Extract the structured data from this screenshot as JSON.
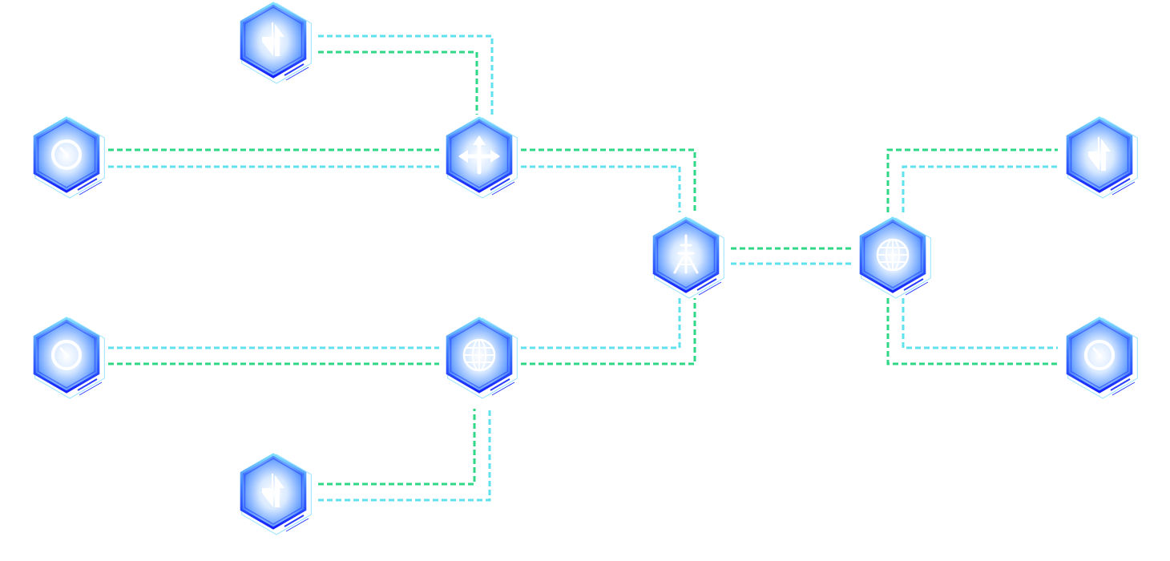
{
  "theme": {
    "green_link": "#2fd787",
    "cyan_link": "#5fe1ee",
    "hex_outline": "#1a3cff",
    "hex_glow_outer": "#2a6bff",
    "hex_glow_inner": "#ffffff",
    "hex_top_stroke": "#6bd6ff",
    "accent_line": "#2d3dff"
  },
  "nodes": [
    {
      "id": "tl-updown",
      "icon": "transfer-updown-icon"
    },
    {
      "id": "left-top-timer",
      "icon": "timer-icon"
    },
    {
      "id": "hub-move",
      "icon": "move-arrows-icon"
    },
    {
      "id": "center-tower",
      "icon": "radio-tower-icon"
    },
    {
      "id": "right-globe",
      "icon": "globe-icon"
    },
    {
      "id": "right-top-updown",
      "icon": "transfer-updown-icon"
    },
    {
      "id": "left-bottom-timer",
      "icon": "timer-icon"
    },
    {
      "id": "hub-globe",
      "icon": "globe-icon"
    },
    {
      "id": "right-bottom-timer",
      "icon": "timer-icon"
    },
    {
      "id": "bl-updown",
      "icon": "transfer-updown-icon"
    }
  ],
  "links": [
    {
      "from": "tl-updown",
      "to": "hub-move",
      "kind": "green"
    },
    {
      "from": "tl-updown",
      "to": "hub-move",
      "kind": "cyan"
    },
    {
      "from": "left-top-timer",
      "to": "hub-move",
      "kind": "green"
    },
    {
      "from": "left-top-timer",
      "to": "hub-move",
      "kind": "cyan"
    },
    {
      "from": "hub-move",
      "to": "center-tower",
      "kind": "green"
    },
    {
      "from": "hub-move",
      "to": "center-tower",
      "kind": "cyan"
    },
    {
      "from": "center-tower",
      "to": "right-globe",
      "kind": "green"
    },
    {
      "from": "center-tower",
      "to": "right-globe",
      "kind": "cyan"
    },
    {
      "from": "right-globe",
      "to": "right-top-updown",
      "kind": "green"
    },
    {
      "from": "right-globe",
      "to": "right-top-updown",
      "kind": "cyan"
    },
    {
      "from": "left-bottom-timer",
      "to": "hub-globe",
      "kind": "cyan"
    },
    {
      "from": "left-bottom-timer",
      "to": "hub-globe",
      "kind": "green"
    },
    {
      "from": "hub-globe",
      "to": "center-tower",
      "kind": "cyan"
    },
    {
      "from": "hub-globe",
      "to": "center-tower",
      "kind": "green"
    },
    {
      "from": "right-globe",
      "to": "right-bottom-timer",
      "kind": "cyan"
    },
    {
      "from": "right-globe",
      "to": "right-bottom-timer",
      "kind": "green"
    },
    {
      "from": "bl-updown",
      "to": "hub-globe",
      "kind": "green"
    },
    {
      "from": "bl-updown",
      "to": "hub-globe",
      "kind": "cyan"
    }
  ]
}
